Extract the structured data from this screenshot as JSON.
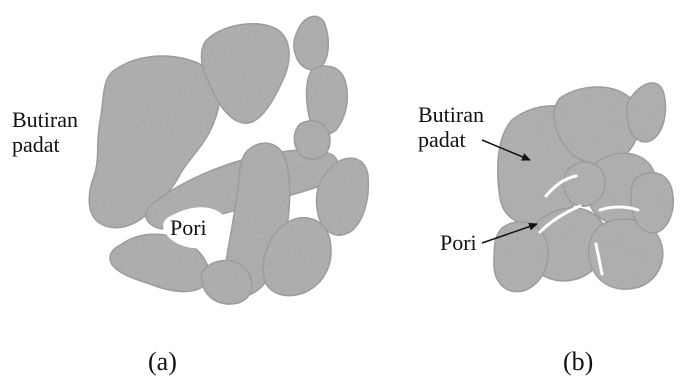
{
  "panel_a": {
    "label_solid_line1": "Butiran",
    "label_solid_line2": "padat",
    "label_pore": "Pori",
    "caption": "(a)"
  },
  "panel_b": {
    "label_solid_line1": "Butiran",
    "label_solid_line2": "padat",
    "label_pore": "Pori",
    "caption": "(b)"
  },
  "colors": {
    "grain_fill": "#a7a7a7",
    "grain_edge": "#8a8a8a",
    "pore": "#ffffff",
    "text": "#111111"
  }
}
